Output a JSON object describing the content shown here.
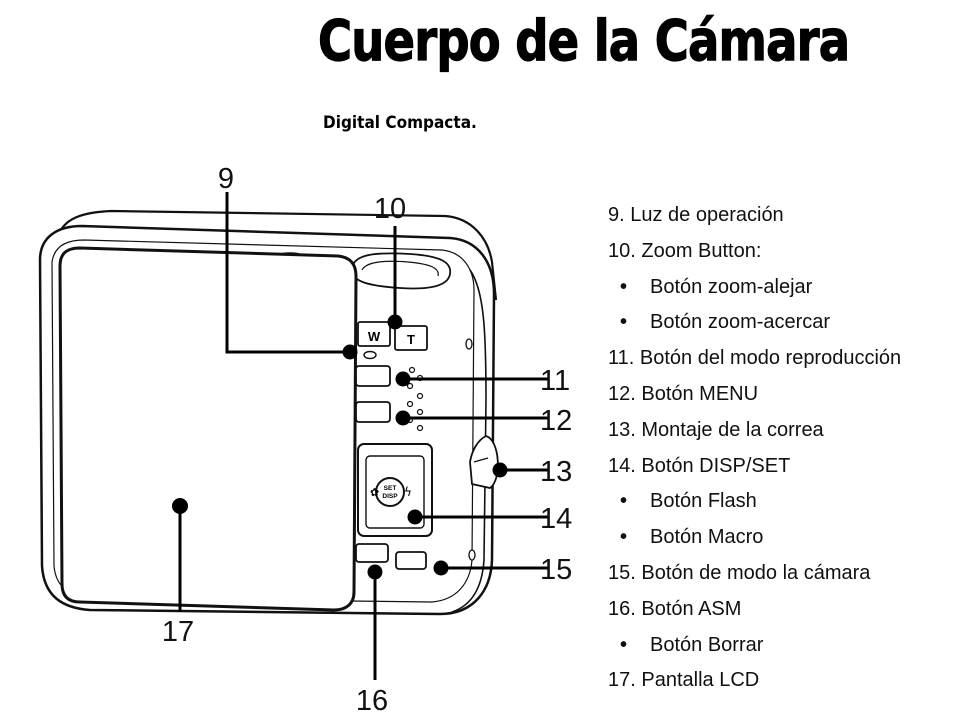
{
  "header": {
    "title": "Cuerpo de la Cámara",
    "subtitle": "Digital Compacta."
  },
  "diagram": {
    "callouts": [
      "9",
      "10",
      "11",
      "12",
      "13",
      "14",
      "15",
      "16",
      "17"
    ],
    "buttons": {
      "wide": "W",
      "tele": "T",
      "set": "SET",
      "disp": "DISP"
    }
  },
  "legend": [
    {
      "text": "9. Luz de operación",
      "bullet": false
    },
    {
      "text": "10. Zoom Button:",
      "bullet": false
    },
    {
      "text": "Botón zoom-alejar",
      "bullet": true
    },
    {
      "text": "Botón zoom-acercar",
      "bullet": true
    },
    {
      "text": "11. Botón del modo reproducción",
      "bullet": false
    },
    {
      "text": "12. Botón MENU",
      "bullet": false
    },
    {
      "text": "13. Montaje de la correa",
      "bullet": false
    },
    {
      "text": "14. Botón DISP/SET",
      "bullet": false
    },
    {
      "text": "Botón Flash",
      "bullet": true
    },
    {
      "text": "Botón Macro",
      "bullet": true
    },
    {
      "text": "15. Botón de modo la cámara",
      "bullet": false
    },
    {
      "text": "16. Botón ASM",
      "bullet": false
    },
    {
      "text": "Botón Borrar",
      "bullet": true
    },
    {
      "text": "17. Pantalla LCD",
      "bullet": false
    }
  ],
  "bullet_symbol": "•"
}
